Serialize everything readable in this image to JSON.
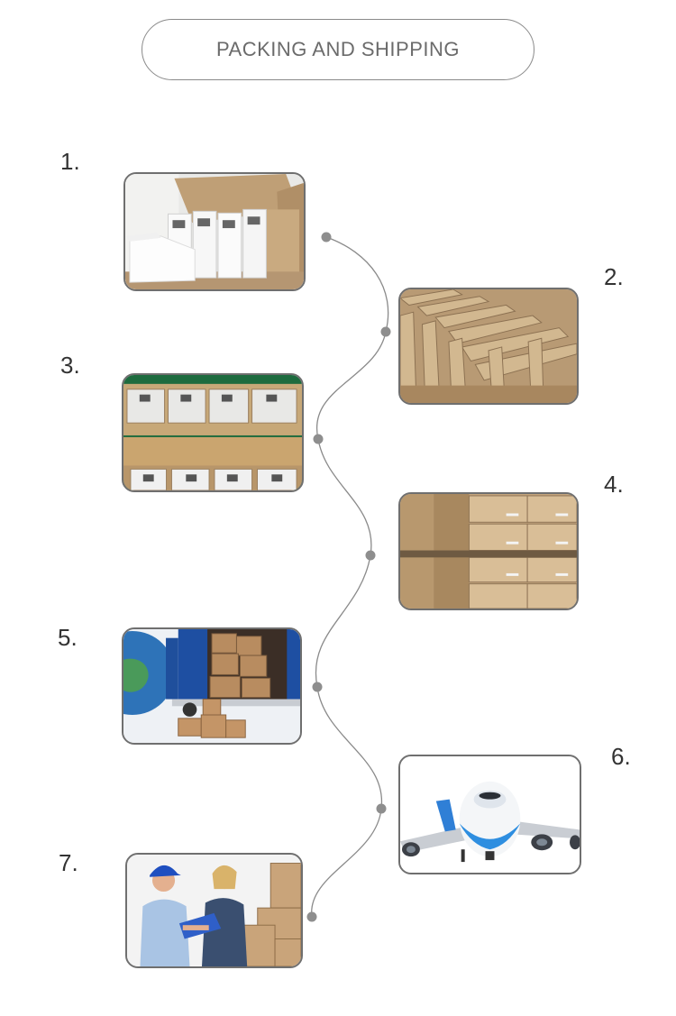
{
  "title": "PACKING AND SHIPPING",
  "steps": [
    {
      "number": "1.",
      "scene": "meters-in-open-carton"
    },
    {
      "number": "2.",
      "scene": "carton-divider-grid"
    },
    {
      "number": "3.",
      "scene": "boxed-meters-on-green-table"
    },
    {
      "number": "4.",
      "scene": "stacked-carton-boxes"
    },
    {
      "number": "5.",
      "scene": "globe-and-loaded-truck"
    },
    {
      "number": "6.",
      "scene": "airplane"
    },
    {
      "number": "7.",
      "scene": "courier-and-clerk-with-boxes"
    }
  ],
  "colors": {
    "border": "#6f6f6f",
    "line": "#8a8a8a",
    "dot": "#8e8e8e",
    "title_text": "#6b6b6b"
  }
}
